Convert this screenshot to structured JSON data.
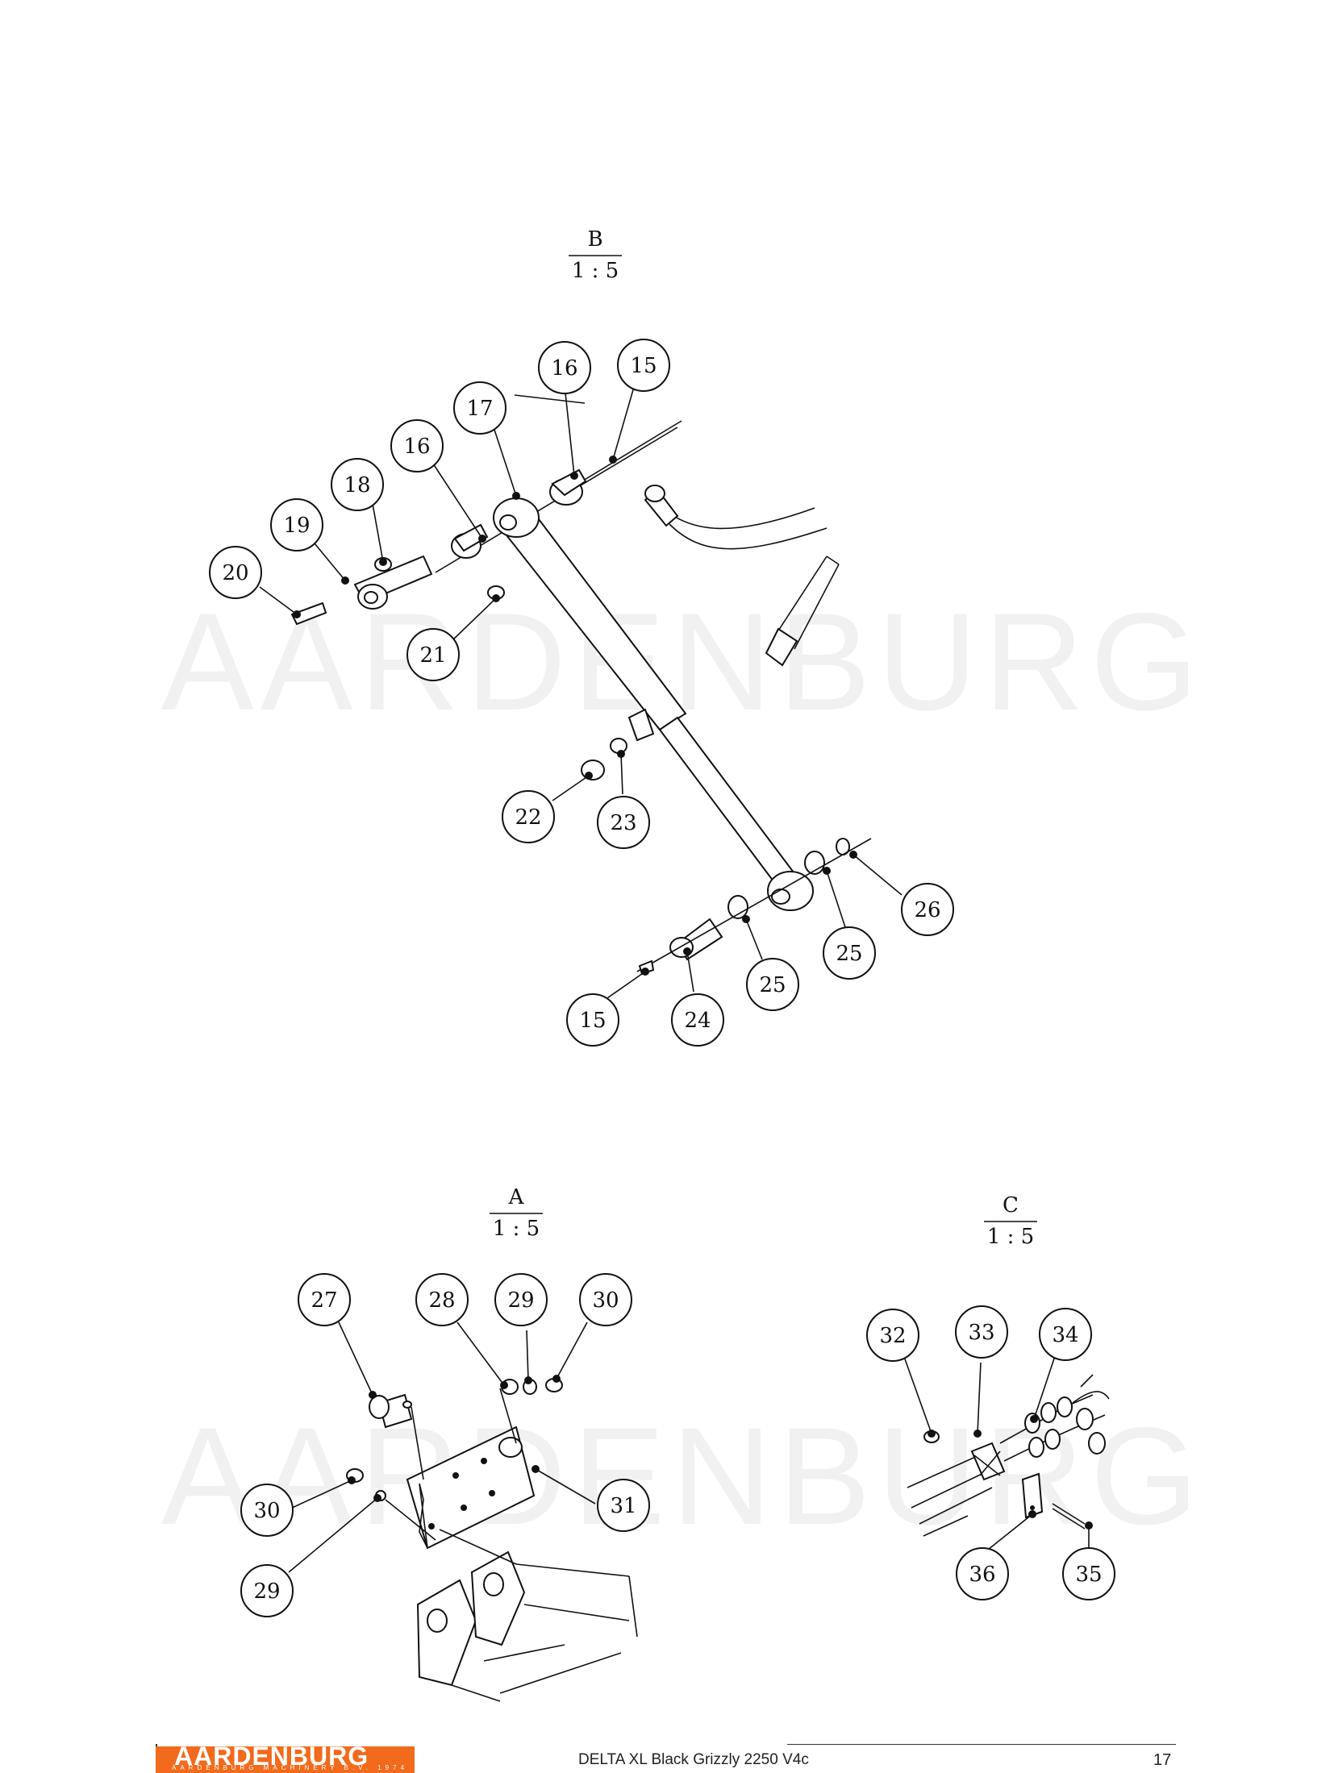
{
  "watermark": "AARDENBURG",
  "views": [
    {
      "name": "B",
      "scale": "1 : 5"
    },
    {
      "name": "A",
      "scale": "1 : 5"
    },
    {
      "name": "C",
      "scale": "1 : 5"
    }
  ],
  "callouts_b": [
    "16",
    "15",
    "17",
    "16",
    "18",
    "19",
    "20",
    "21",
    "22",
    "23",
    "26",
    "25",
    "25",
    "15",
    "24"
  ],
  "callouts_a": [
    "27",
    "28",
    "29",
    "30",
    "31",
    "30",
    "29"
  ],
  "callouts_c": [
    "32",
    "33",
    "34",
    "36",
    "35"
  ],
  "footer": {
    "text": "DELTA XL Black Grizzly 2250 V4c",
    "page_number": "17",
    "logo_text": "AARDENBURG",
    "logo_subtext": "AARDENBURG MACHINERY B.V. 1974"
  },
  "colors": {
    "logo_orange": "#f26a1b",
    "watermark": "#f1f1f1"
  }
}
